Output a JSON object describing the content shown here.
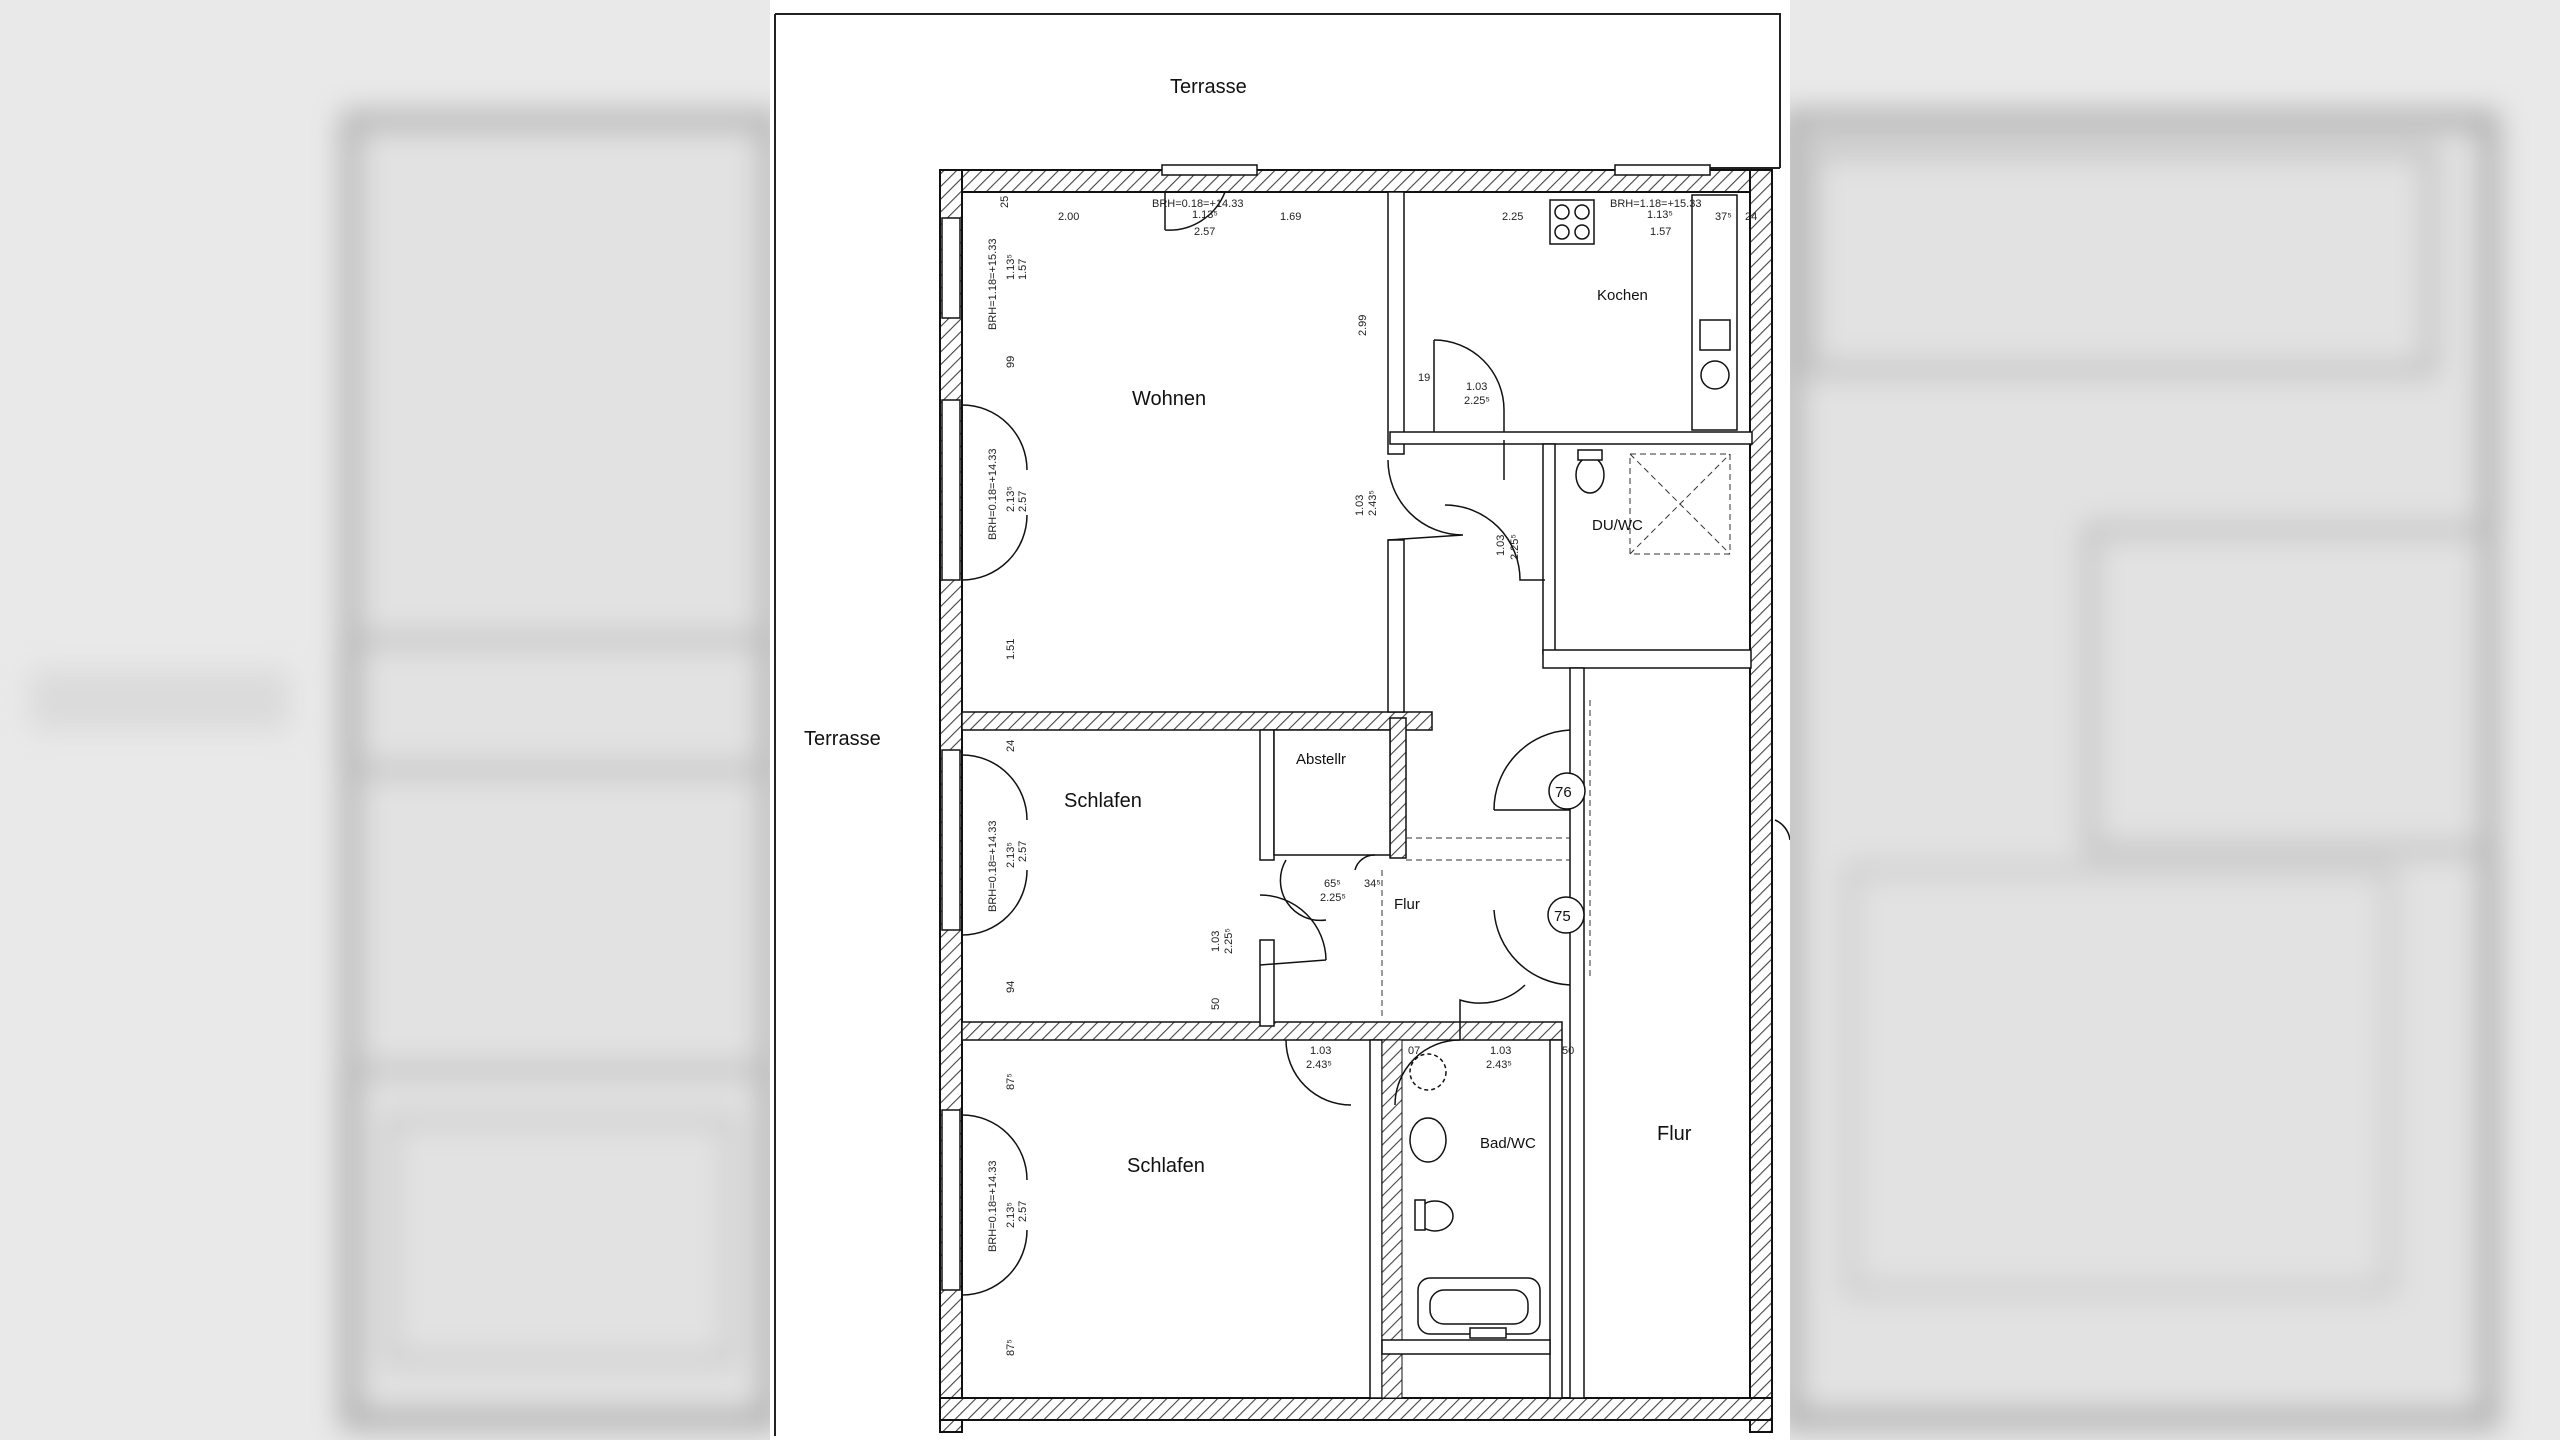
{
  "rooms": {
    "terrasse_top": "Terrasse",
    "terrasse_left": "Terrasse",
    "wohnen": "Wohnen",
    "kochen": "Kochen",
    "du_wc": "DU/WC",
    "schlafen_1": "Schlafen",
    "abstellr": "Abstellr",
    "flur_small": "Flur",
    "schlafen_2": "Schlafen",
    "bad_wc": "Bad/WC",
    "flur_big": "Flur"
  },
  "door_numbers": {
    "d76": "76",
    "d75": "75"
  },
  "dimensions": {
    "brh_top_left": "BRH=0.18=+14.33",
    "top_1135_a": "1.13⁵",
    "top_257_a": "2.57",
    "top_200": "2.00",
    "top_169": "1.69",
    "top_225": "2.25",
    "brh_top_right": "BRH=1.18=+15.33",
    "top_1135_b": "1.13⁵",
    "top_157": "1.57",
    "top_375": "37⁵",
    "top_24": "24",
    "top_25": "25",
    "left_brh_1": "BRH=1.18=+15.33",
    "left_1135": "1.13⁵",
    "left_157": "1.57",
    "left_99": "99",
    "left_brh_2": "BRH=0.18=+14.33",
    "left_2135": "2.13⁵",
    "left_257": "2.57",
    "left_151": "1.51",
    "wohnen_299": "2.99",
    "door_kochen_103": "1.03",
    "door_kochen_225": "2.25⁵",
    "door_kochen_19": "19",
    "door_wohnen_103": "1.03",
    "door_wohnen_243": "2.43⁵",
    "door_du_103": "1.03",
    "door_du_225": "2.25⁵",
    "s1_brh": "BRH=0.18=+14.33",
    "s1_2135": "2.13⁵",
    "s1_257": "2.57",
    "s1_94": "94",
    "s1_24": "24",
    "s1_door_103": "1.03",
    "s1_door_225": "2.25⁵",
    "s1_50": "50",
    "flur_655": "65⁵",
    "flur_225": "2.25⁵",
    "flur_345": "34⁵",
    "s2_door_103": "1.03",
    "s2_door_243": "2.43⁵",
    "bad_07": "07",
    "bad_103": "1.03",
    "bad_243": "2.43⁵",
    "bad_50": "50",
    "s2_875_a": "87⁵",
    "s2_brh": "BRH=0.18=+14.33",
    "s2_2135": "2.13⁵",
    "s2_257": "2.57",
    "s2_875_b": "87⁵"
  },
  "colors": {
    "wall": "#1a1a1a",
    "hatch": "#555555",
    "paper": "#ffffff",
    "background": "#e9e9e9"
  }
}
